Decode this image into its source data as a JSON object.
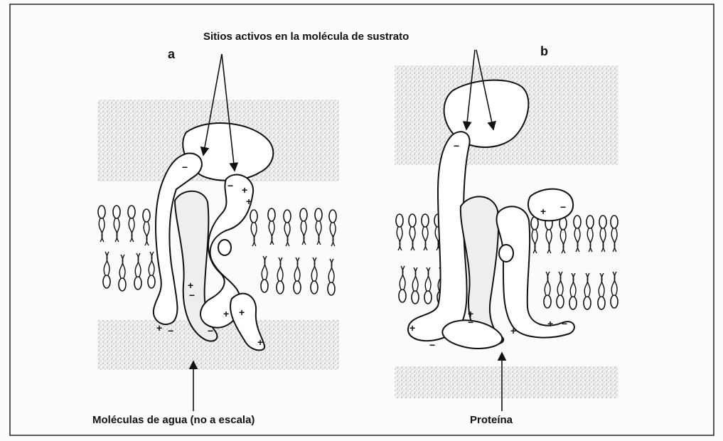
{
  "title": "Sitios activos en la molécula de sustrato",
  "panels": {
    "a": "a",
    "b": "b"
  },
  "captions": {
    "water": "Moléculas de agua (no a escala)",
    "protein": "Proteína"
  },
  "charge_marks": {
    "minus": "−",
    "plus": "+"
  }
}
